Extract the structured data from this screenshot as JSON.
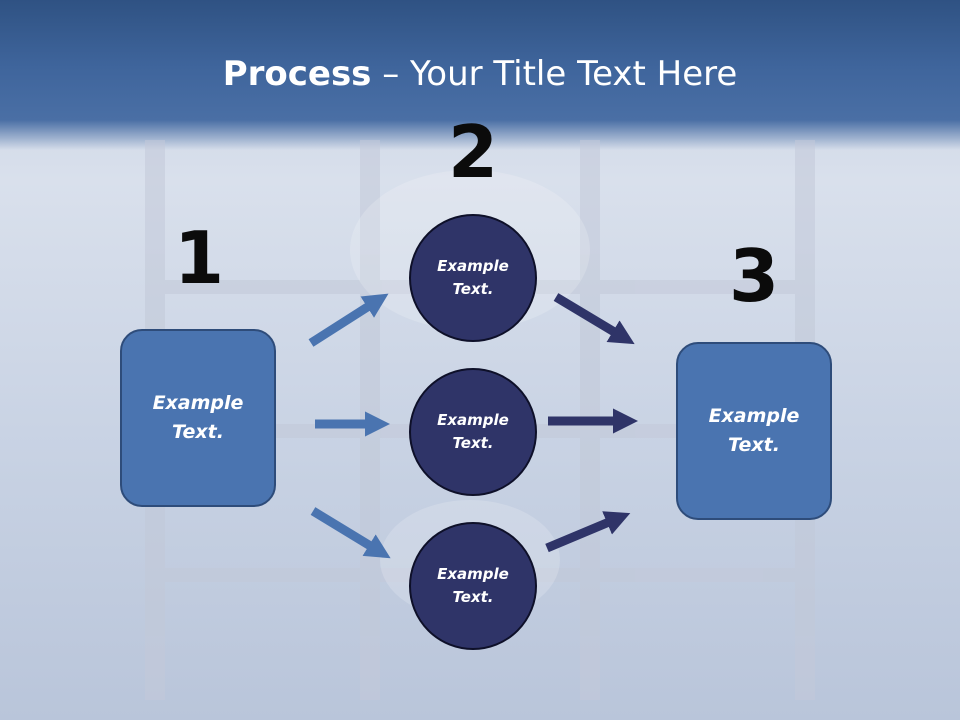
{
  "title": {
    "bold": "Process",
    "rest": " – Your Title Text Here"
  },
  "steps": [
    "1",
    "2",
    "3"
  ],
  "left_box": {
    "text": "Example Text."
  },
  "circles": [
    {
      "text": "Example Text."
    },
    {
      "text": "Example Text."
    },
    {
      "text": "Example Text."
    }
  ],
  "right_box": {
    "text": "Example Text."
  },
  "colors": {
    "box_fill": "#4a74b0",
    "circle_fill": "#2f3468",
    "arrow_left": "#4a74b0",
    "arrow_right": "#2f3468",
    "header": "#3f659c"
  }
}
